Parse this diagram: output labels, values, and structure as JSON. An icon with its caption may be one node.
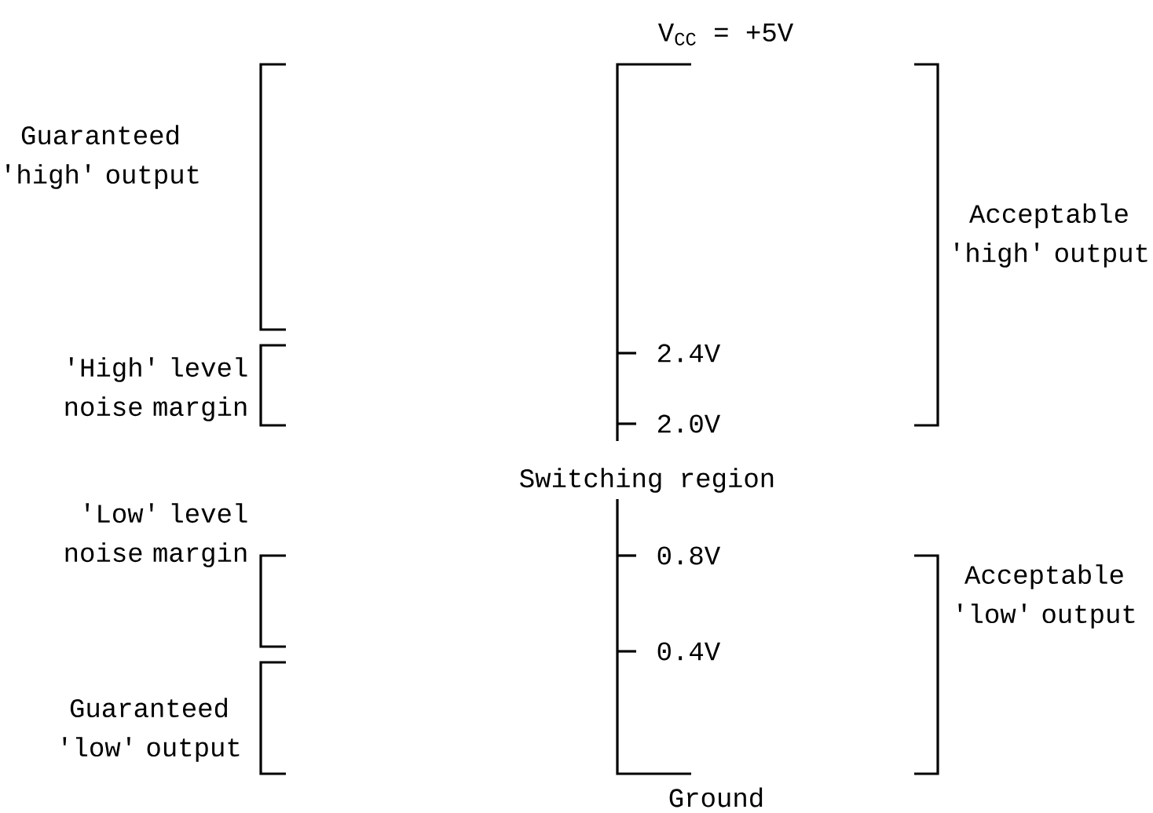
{
  "diagram": {
    "labels": [
      "V$_{CC}$ = +5V",
      "Guaranteed 'high' output",
      "Acceptable 'high' output",
      "2.4V",
      "'High' level noise margin",
      "2.0V",
      "Switching region",
      "'Low' level noise margin",
      "0.8V",
      "Acceptable 'low' output",
      "0.4V",
      "Guaranteed 'low' output",
      "Ground"
    ]
  }
}
